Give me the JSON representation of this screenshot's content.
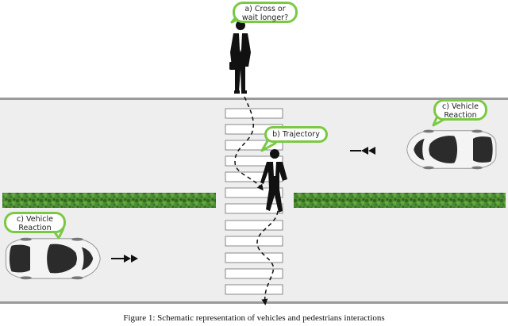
{
  "bubbles": {
    "cross": {
      "line1": "a) Cross or",
      "line2": "wait longer?"
    },
    "trajectory": {
      "line1": "b) Trajectory"
    },
    "vehicle_right": {
      "line1": "c) Vehicle",
      "line2": "Reaction"
    },
    "vehicle_left": {
      "line1": "c) Vehicle",
      "line2": "Reaction"
    }
  },
  "caption": "Figure 1: Schematic representation of vehicles and pedestrians interactions",
  "colors": {
    "road": "#eeeeee",
    "road_edge": "#9a9a9a",
    "hedge": "#3f7d2c",
    "bubble_border": "#7ac943",
    "pedestrian": "#111111",
    "car_body": "#f4f4f4",
    "car_glass": "#2b2b2b"
  },
  "icons": [
    "pedestrian-icon",
    "car-icon",
    "double-arrow-icon",
    "dashed-trajectory-arrow"
  ]
}
